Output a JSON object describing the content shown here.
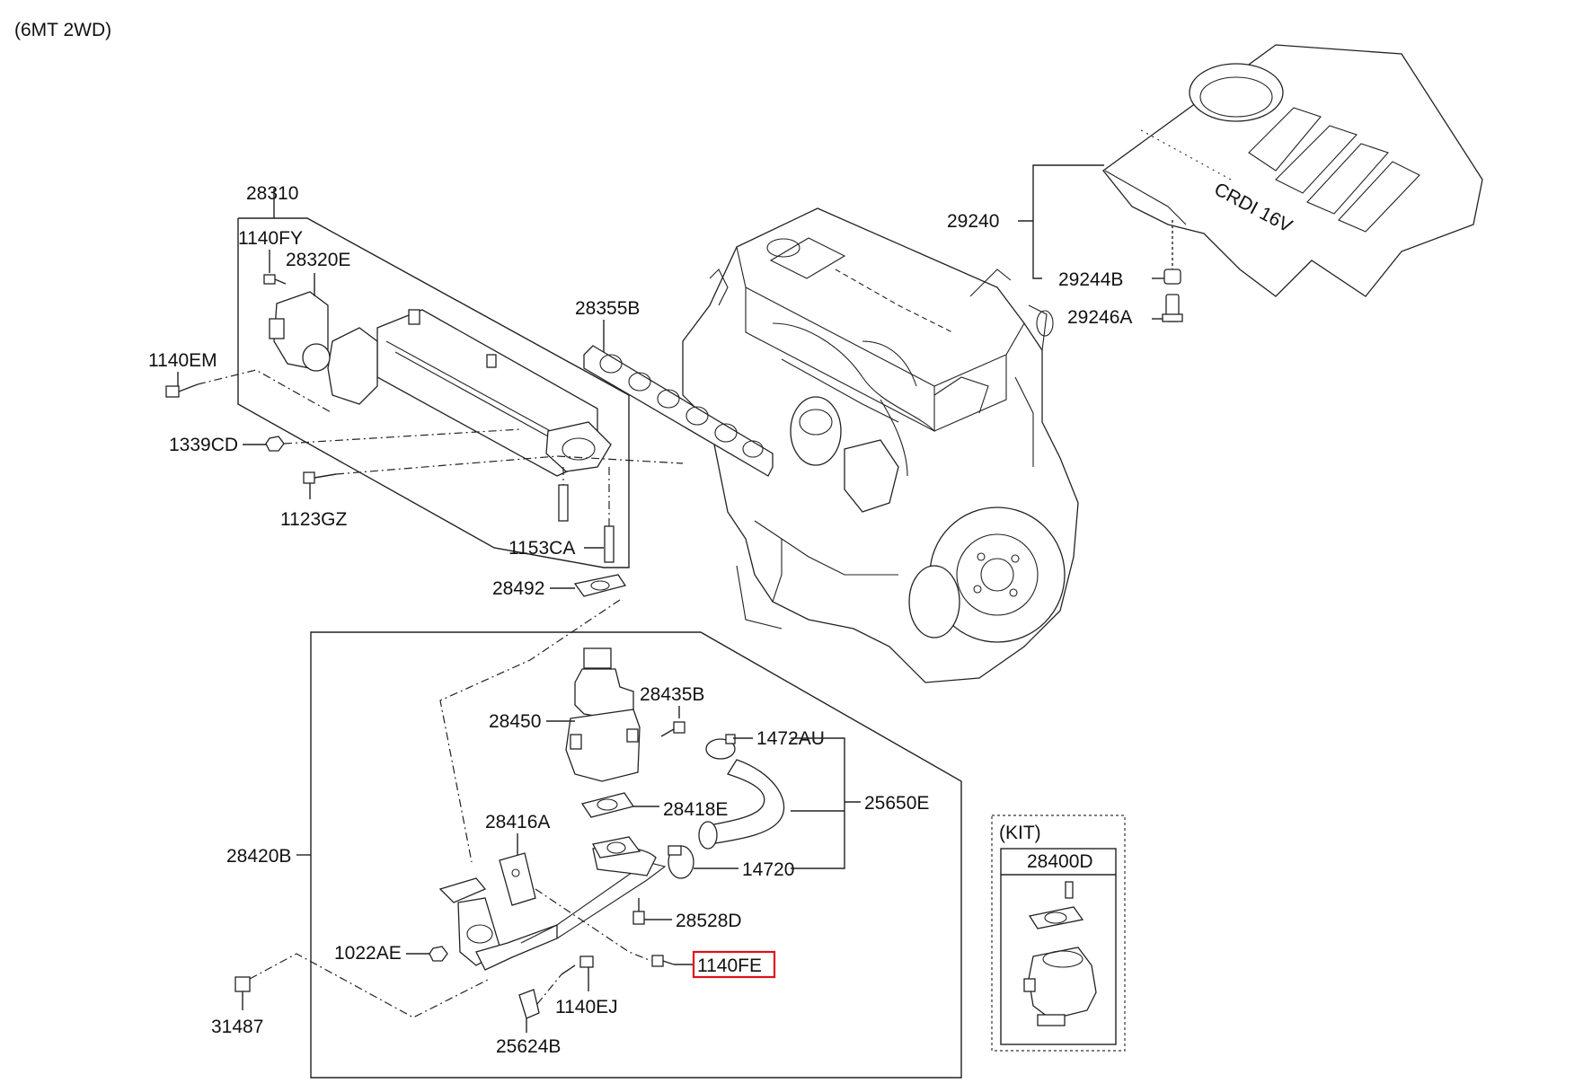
{
  "title": "(6MT 2WD)",
  "labels": {
    "p28310": "28310",
    "p1140FY": "1140FY",
    "p28320E": "28320E",
    "p1140EM": "1140EM",
    "p1339CD": "1339CD",
    "p1123GZ": "1123GZ",
    "p1153CA": "1153CA",
    "p28492": "28492",
    "p28355B": "28355B",
    "p29240": "29240",
    "p29244B": "29244B",
    "p29246A": "29246A",
    "p28435B": "28435B",
    "p28450": "28450",
    "p1472AU": "1472AU",
    "p28418E": "28418E",
    "p25650E": "25650E",
    "p28416A": "28416A",
    "p28420B": "28420B",
    "p14720": "14720",
    "p28528D": "28528D",
    "p1022AE": "1022AE",
    "p1140FE": "1140FE",
    "p1140EJ": "1140EJ",
    "p31487": "31487",
    "p25624B": "25624B",
    "kit": "(KIT)",
    "p28400D": "28400D"
  },
  "highlight": {
    "part": "1140FE",
    "color": "#e0101a"
  },
  "icons": [
    "engine-block",
    "engine-cover",
    "egr-cooler",
    "egr-valve",
    "egr-pipe",
    "hose",
    "clamp",
    "bolt",
    "gasket",
    "nut",
    "bracket"
  ]
}
